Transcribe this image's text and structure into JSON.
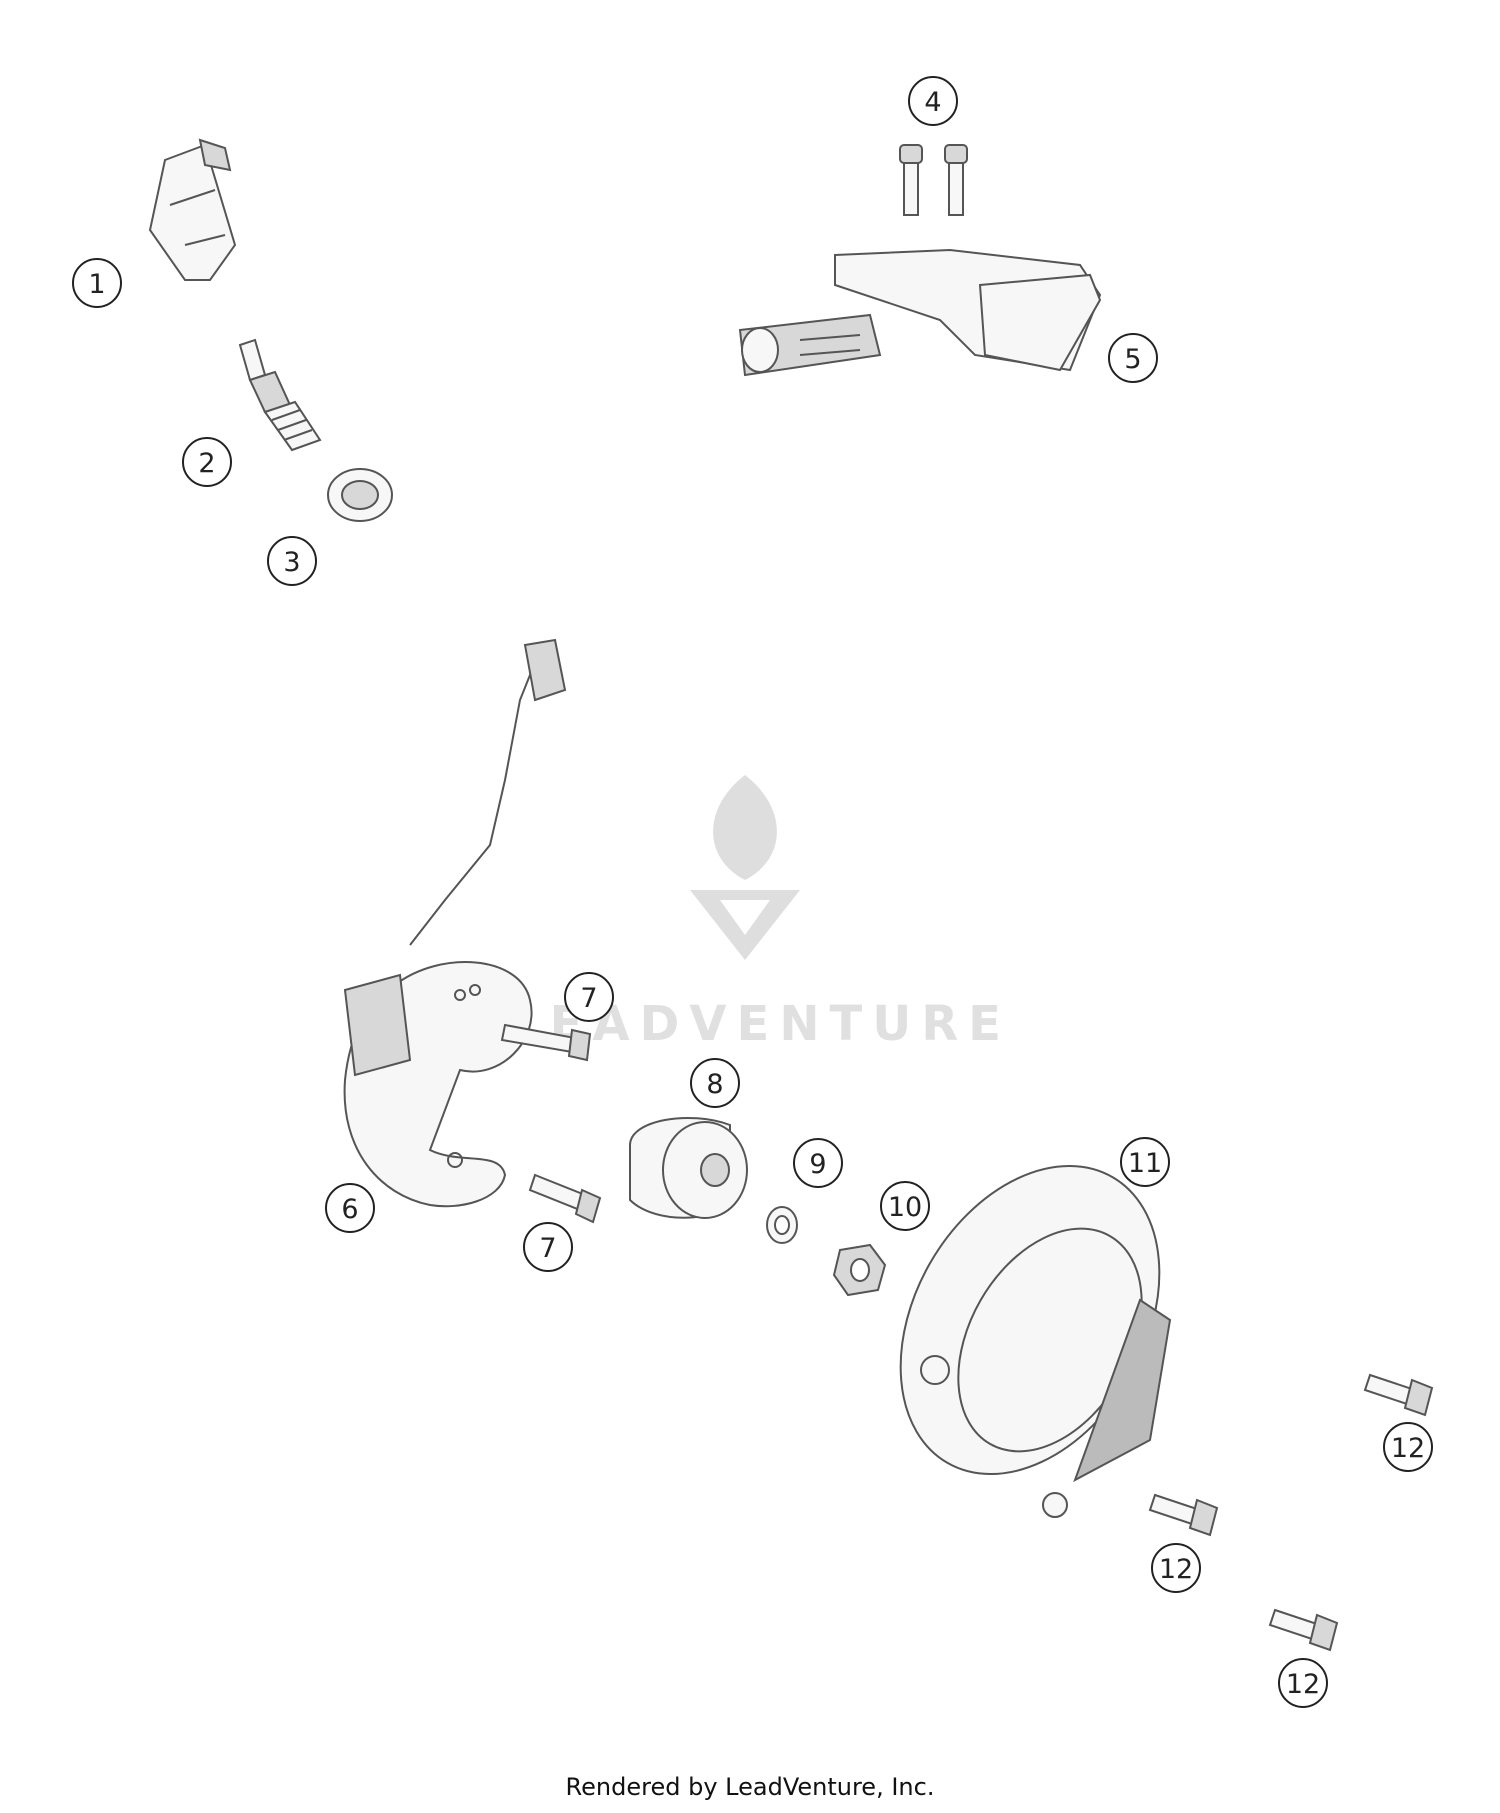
{
  "watermark": {
    "text": "LEADVENTURE"
  },
  "callouts": [
    "1",
    "2",
    "3",
    "4",
    "5",
    "6",
    "7",
    "7",
    "8",
    "9",
    "10",
    "11",
    "12",
    "12",
    "12"
  ],
  "footer": {
    "text": "Rendered by LeadVenture, Inc."
  },
  "colors": {
    "line": "#555555",
    "callout_stroke": "#222222",
    "watermark": "#dedede"
  },
  "icons": [
    "ignition-cap-icon",
    "spark-plug-icon",
    "seal-ring-icon",
    "screw-icon",
    "ignition-coil-icon",
    "stator-icon",
    "rotor-icon",
    "washer-icon",
    "nut-icon",
    "ignition-cover-icon",
    "flange-bolt-icon"
  ]
}
